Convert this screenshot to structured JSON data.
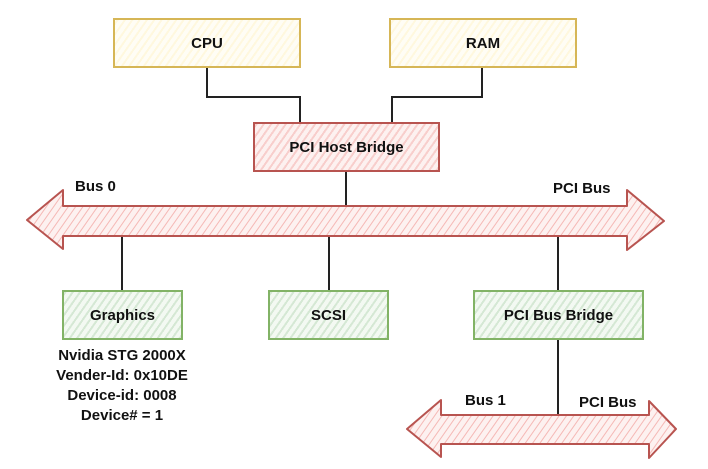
{
  "nodes": {
    "cpu": "CPU",
    "ram": "RAM",
    "host_bridge": "PCI Host Bridge",
    "graphics": "Graphics",
    "scsi": "SCSI",
    "bus_bridge": "PCI Bus Bridge"
  },
  "buses": {
    "bus0": {
      "label": "Bus 0",
      "type_label": "PCI Bus"
    },
    "bus1": {
      "label": "Bus 1",
      "type_label": "PCI Bus"
    }
  },
  "graphics_info": [
    "Nvidia STG 2000X",
    "Vender-Id: 0x10DE",
    "Device-id: 0008",
    "Device# = 1"
  ],
  "colors": {
    "yellow_stroke": "#d6b656",
    "red_stroke": "#b85450",
    "green_stroke": "#82b366"
  }
}
